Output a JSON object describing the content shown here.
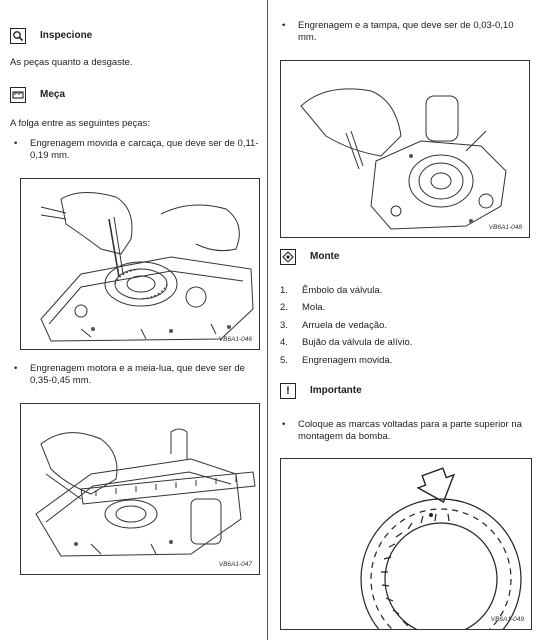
{
  "left": {
    "inspect": {
      "title": "Inspecione",
      "icon": "inspection-icon"
    },
    "inspect_text": "As peças quanto a desgaste.",
    "measure": {
      "title": "Meça",
      "icon": "measure-icon"
    },
    "measure_intro": "A folga entre as seguintes peças:",
    "bullet1": "Engrenagem movida e carcaça, que deve ser de 0,11-0,19 mm.",
    "fig1_code": "VB6A1-046",
    "bullet2": "Engrenagem motora e a meia-lua, que deve ser de 0,35-0,45 mm.",
    "fig2_code": "VB6A1-047"
  },
  "right": {
    "bullet_top": "Engrenagem e a tampa, que deve ser de 0,03-0,10 mm.",
    "fig3_code": "VB6A1-048",
    "assemble": {
      "title": "Monte",
      "icon": "assemble-icon"
    },
    "steps": [
      {
        "num": "1.",
        "text": "Êmbolo da válvula."
      },
      {
        "num": "2.",
        "text": "Mola."
      },
      {
        "num": "3.",
        "text": "Arruela de vedação."
      },
      {
        "num": "4.",
        "text": "Bujão da válvula de alívio."
      },
      {
        "num": "5.",
        "text": "Engrenagem movida."
      }
    ],
    "important": {
      "title": "Importante",
      "icon": "exclamation-icon",
      "glyph": "!"
    },
    "bullet_bottom": "Coloque as marcas voltadas para a parte superior na montagem da bomba.",
    "fig4_code": "VB6A1-049"
  },
  "bullet_char": "•"
}
